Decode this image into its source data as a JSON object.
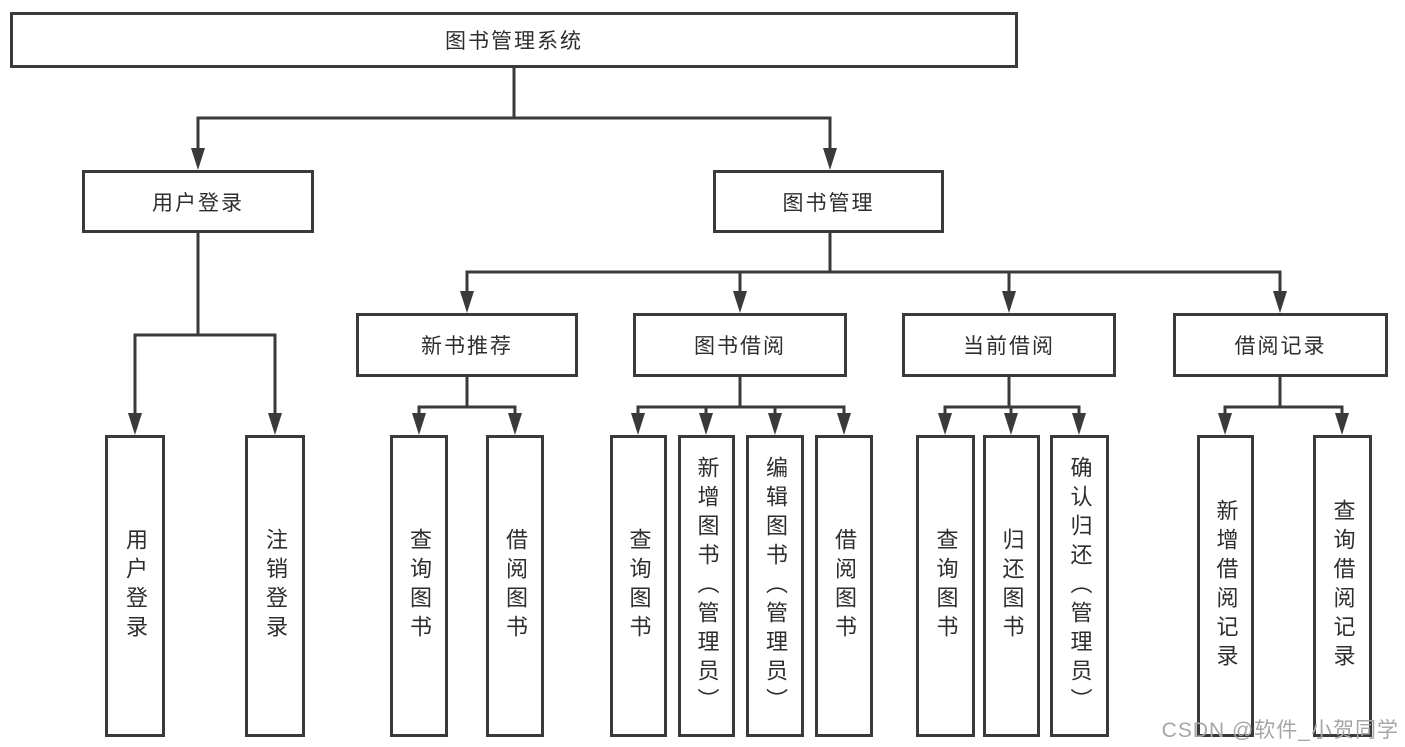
{
  "tree": {
    "root": {
      "label": "图书管理系统"
    },
    "branches": [
      {
        "label": "用户登录",
        "children": [
          {
            "label": "用户登录"
          },
          {
            "label": "注销登录"
          }
        ]
      },
      {
        "label": "图书管理",
        "children": [
          {
            "label": "新书推荐",
            "children": [
              {
                "label": "查询图书"
              },
              {
                "label": "借阅图书"
              }
            ]
          },
          {
            "label": "图书借阅",
            "children": [
              {
                "label": "查询图书"
              },
              {
                "label": "新增图书（管理员）"
              },
              {
                "label": "编辑图书（管理员）"
              },
              {
                "label": "借阅图书"
              }
            ]
          },
          {
            "label": "当前借阅",
            "children": [
              {
                "label": "查询图书"
              },
              {
                "label": "归还图书"
              },
              {
                "label": "确认归还（管理员）"
              }
            ]
          },
          {
            "label": "借阅记录",
            "children": [
              {
                "label": "新增借阅记录"
              },
              {
                "label": "查询借阅记录"
              }
            ]
          }
        ]
      }
    ]
  },
  "watermark": "CSDN @软件_小贺同学",
  "colors": {
    "line": "#3a3a3a",
    "text": "#2e2e2e",
    "node_background": "#ffffff",
    "watermark": "#a6a6a6"
  }
}
